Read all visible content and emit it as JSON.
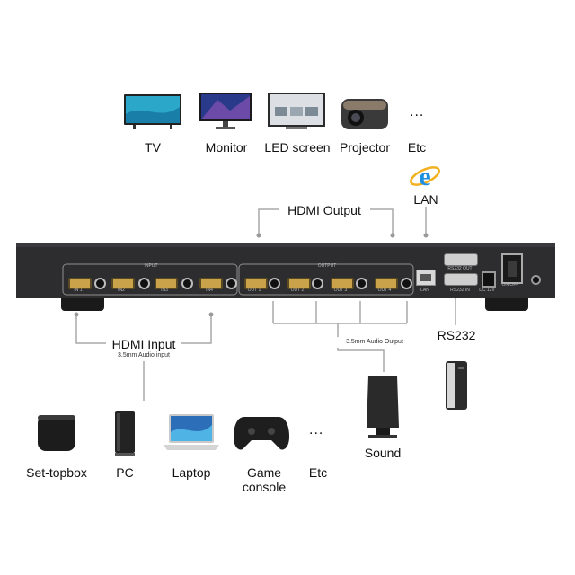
{
  "outputs": {
    "devices": [
      {
        "label": "TV",
        "icon": "tv-icon"
      },
      {
        "label": "Monitor",
        "icon": "monitor-icon"
      },
      {
        "label": "LED screen",
        "icon": "led-screen-icon"
      },
      {
        "label": "Projector",
        "icon": "projector-icon"
      },
      {
        "label": "Etc",
        "icon": "ellipsis-icon"
      }
    ],
    "hdmi_output_label": "HDMI Output",
    "audio_output_label": "3.5mm Audio Output",
    "sound_label": "Sound"
  },
  "inputs": {
    "devices": [
      {
        "label": "Set-topbox",
        "icon": "set-top-box-icon"
      },
      {
        "label": "PC",
        "icon": "pc-tower-icon"
      },
      {
        "label": "Laptop",
        "icon": "laptop-icon"
      },
      {
        "label": "Game console",
        "icon": "gamepad-icon"
      },
      {
        "label": "Etc",
        "icon": "ellipsis-icon"
      }
    ],
    "hdmi_input_label": "HDMI Input",
    "audio_input_label": "3.5mm Audio input"
  },
  "lan": {
    "label": "LAN",
    "icon": "internet-explorer-icon"
  },
  "rs232": {
    "label": "RS232",
    "icon": "rs232-controller-icon"
  },
  "ellipsis": "...",
  "device_panel": {
    "input_group_label": "INPUT",
    "output_group_label": "OUTPUT",
    "in_ports": [
      "IN 1",
      "IN2",
      "IN3",
      "IN4"
    ],
    "out_ports": [
      "OUT 1",
      "OUT 2",
      "OUT 3",
      "OUT 4"
    ],
    "lan_port_label": "LAN",
    "rs232_out_label": "RS232 OUT",
    "rs232_in_label": "RS232 IN",
    "dc_label": "DC 12V",
    "power_label": "ON/OFF"
  },
  "colors": {
    "chassis": "#2a2a2c",
    "port_gold": "#c9a24a",
    "wire": "#a8a8a8",
    "ie_blue": "#1f8fe0"
  }
}
